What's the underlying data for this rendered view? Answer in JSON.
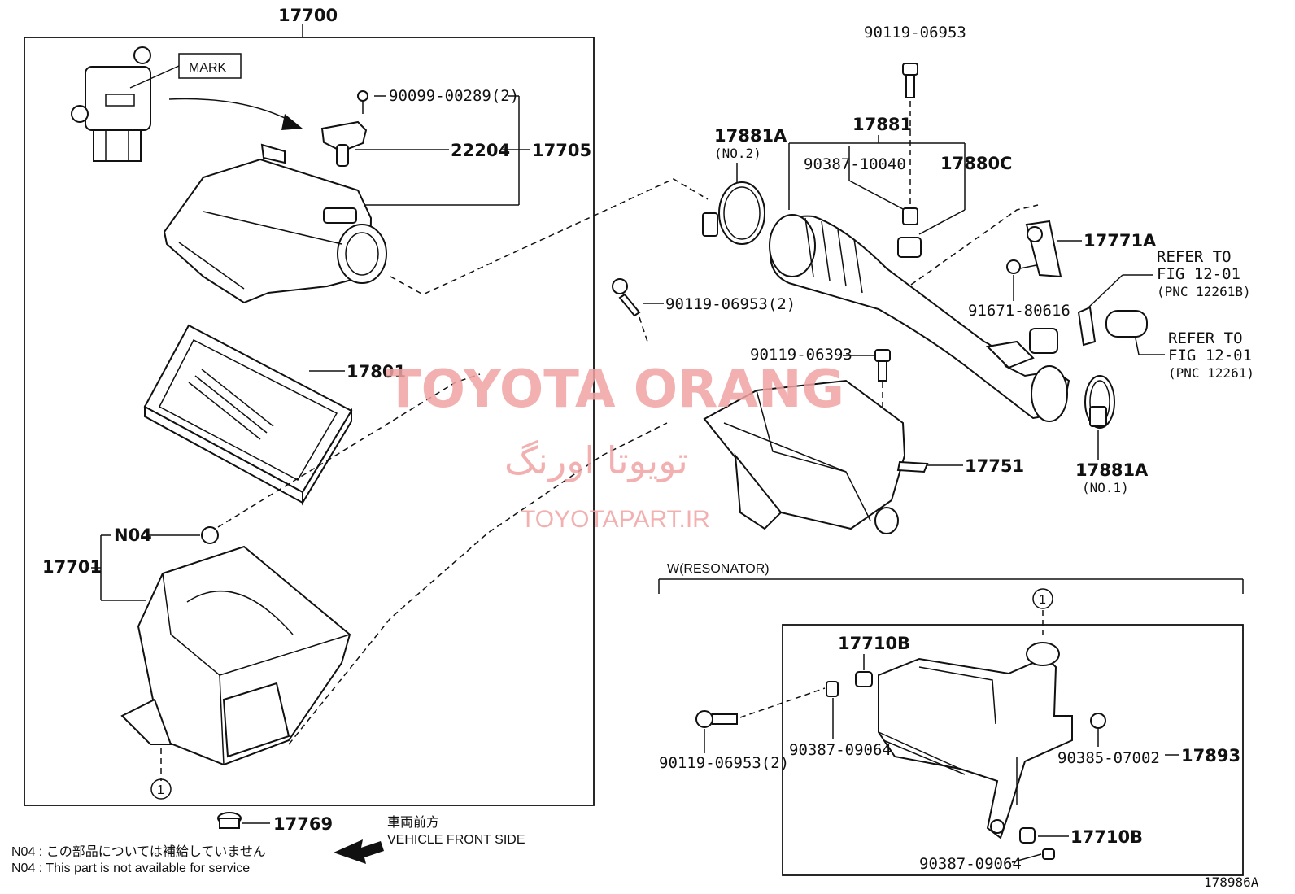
{
  "diagram_number": "178986A",
  "labels": {
    "assembly": "17700",
    "mark": "MARK",
    "screw_a": "90099-00289(2)",
    "sensor": "22204",
    "sensor_assy": "17705",
    "filter": "17801",
    "case": "17701",
    "n04": "N04",
    "grommet": "17769",
    "bolt_left": "90119-06953(2)",
    "clamp_top_no": "17881A",
    "clamp_top_sub": "(NO.2)",
    "hose_assy": "17881",
    "collar_top": "90387-10040",
    "cushion_top": "17880C",
    "bolt_top": "90119-06953",
    "bracket": "17771A",
    "bolt_bracket": "91671-80616",
    "refer1_a": "REFER TO",
    "refer1_b": "FIG 12-01",
    "refer1_c": "(PNC 12261B)",
    "refer2_a": "REFER TO",
    "refer2_b": "FIG 12-01",
    "refer2_c": "(PNC 12261)",
    "bolt_mid": "90119-06393",
    "inlet": "17751",
    "clamp_bot_no": "17881A",
    "clamp_bot_sub": "(NO.1)",
    "resonator_title": "W(RESONATOR)",
    "cushion_res_top": "17710B",
    "bolt_res": "90119-06953(2)",
    "collar_res": "90387-09064",
    "nut_res": "90385-07002",
    "resonator": "17893",
    "cushion_res_bot": "17710B",
    "collar_res_bot": "90387-09064",
    "circle_ref": "1",
    "front_jp": "車両前方",
    "front_en": "VEHICLE FRONT SIDE",
    "note_jp": "N04 : この部品については補給していません",
    "note_en": "N04 : This part is not available for service"
  },
  "watermark": {
    "brand": "TOYOTA ORANG",
    "persian": "تویوتا اورنگ",
    "url": "TOYOTAPART.IR",
    "color": "#f2a3a3"
  }
}
